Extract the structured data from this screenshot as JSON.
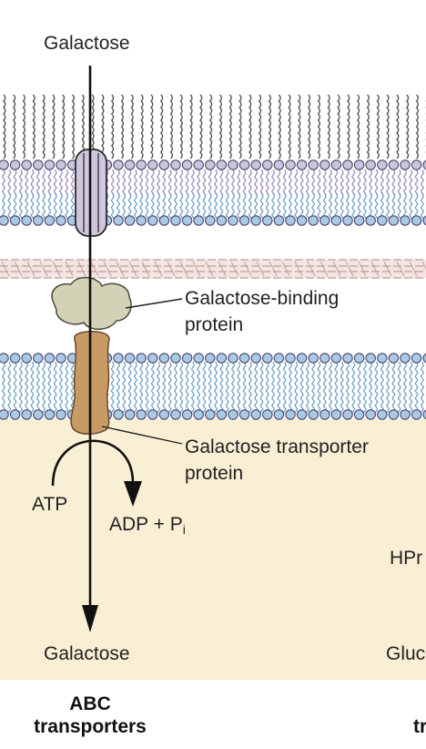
{
  "labels": {
    "galactose_top": "Galactose",
    "galactose_bottom": "Galactose",
    "binding_protein_line1": "Galactose-binding",
    "binding_protein_line2": "protein",
    "transporter_line1": "Galactose transporter",
    "transporter_line2": "protein",
    "atp": "ATP",
    "adp_plus_p": "ADP + P",
    "pi_subscript": "i",
    "hpr_partial": "HPr",
    "gluc_partial": "Gluc",
    "caption_line1": "ABC",
    "caption_line2": "transporters",
    "caption_right_partial": "tr"
  },
  "colors": {
    "cytoplasm": "#f9efd4",
    "lipid_head_outer": "#cbc4dc",
    "lipid_tail_outer": "#9b88c0",
    "lipid_tail_inner": "#6d9cc4",
    "lipid_head_inner": "#a9c9e4",
    "lipid_head_stroke": "#4b4870",
    "porin_fill": "#cfc6de",
    "peptidoglycan": "#c19a94",
    "binding_protein_fill": "#d3d2b6",
    "transporter_fill": "#c89a64",
    "text": "#231f20"
  }
}
